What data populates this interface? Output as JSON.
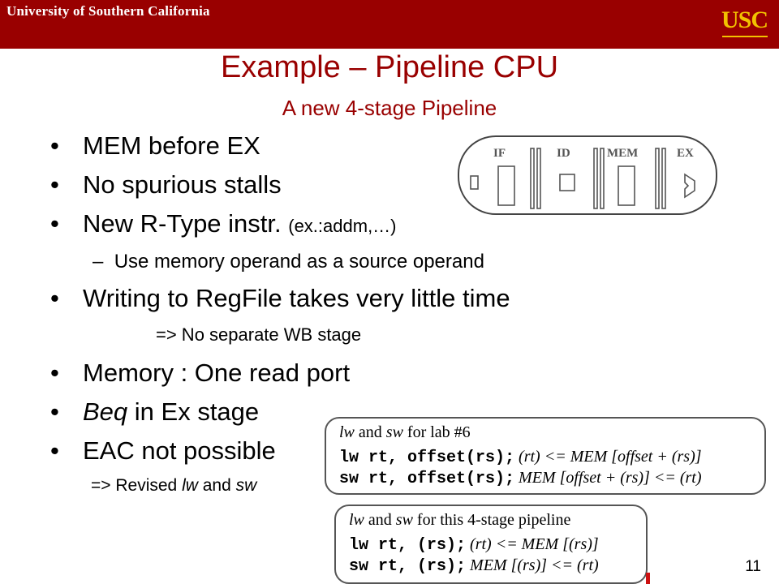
{
  "banner": {
    "university": "University of Southern California",
    "logo": "USC"
  },
  "title": "Example – Pipeline CPU",
  "subtitle": "A new 4-stage Pipeline",
  "bullets": {
    "b1": "MEM before EX",
    "b2": "No spurious stalls",
    "b3_main": "New R-Type instr.",
    "b3_small": "(ex.:addm,…)",
    "b3_sub": "Use memory operand as a source operand",
    "b4": "Writing to RegFile takes very little time",
    "b4_note": "=> No separate WB stage",
    "b5": "Memory : One read port",
    "b6_italic": "Beq",
    "b6_rest": " in Ex stage",
    "b7": "EAC not possible",
    "b7_note_pre": "=> Revised ",
    "b7_note_lw": "lw",
    "b7_note_and": " and ",
    "b7_note_sw": "sw"
  },
  "pipeline": {
    "stages": [
      "IF",
      "ID",
      "MEM",
      "EX"
    ]
  },
  "box_lab6": {
    "cap_lw": "lw",
    "cap_and": " and ",
    "cap_sw": "sw",
    "cap_rest": " for lab #6",
    "line1_code": "lw rt, offset(rs);",
    "line1_comment": " (rt) <= MEM [offset + (rs)]",
    "line2_code": "sw rt, offset(rs);",
    "line2_comment": " MEM [offset + (rs)] <= (rt)"
  },
  "box_pipe4": {
    "cap_lw": "lw",
    "cap_and": " and ",
    "cap_sw": "sw",
    "cap_rest": " for this 4-stage pipeline",
    "line1_code": "lw rt, (rs);",
    "line1_comment": " (rt) <= MEM [(rs)]",
    "line2_code": "sw rt, (rs);",
    "line2_comment": " MEM [(rs)] <= (rt)"
  },
  "page_number": "11",
  "colors": {
    "banner": "#990000",
    "logo": "#f2c200",
    "title": "#990000"
  }
}
